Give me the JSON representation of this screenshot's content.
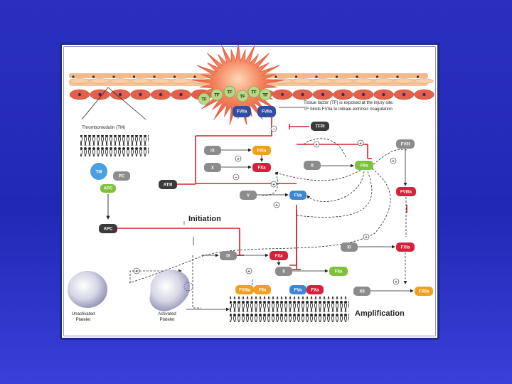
{
  "figure": {
    "tissue_factor_note_line1": "Tissue factor (TF) is exposed at the injury site.",
    "tissue_factor_note_line2": "TF binds FVIIa to initiate extrinsic coagulation",
    "thrombomodulin_label": "Thrombomodulin (TM)",
    "initiation_label": "Initiation",
    "amplification_label": "Amplification",
    "unactivated_platelet_label": "Unactivated\nPlatelet",
    "activated_platelet_label": "Activated\nPlatelet",
    "plus_sign": "+",
    "minus_sign": "−",
    "factors": {
      "tf": "TF",
      "fviia": "FVIIa",
      "tfpi": "TFPI",
      "tm": "TM",
      "pc": "PC",
      "apc_bound": "APC",
      "apc": "APC",
      "atiii": "ATIII",
      "ix": "IX",
      "ixa": "FIXa",
      "x": "X",
      "xa": "FXa",
      "ii": "II",
      "iia": "FIIa",
      "v": "V",
      "va": "FVa",
      "viii": "FVIII",
      "viiia": "FVIIIa",
      "xi": "XI",
      "xia": "FXIa",
      "xii": "XII",
      "xiia": "FXIIa",
      "viiia_iia": "FIIa",
      "va_xa": "FXa"
    }
  },
  "colors": {
    "background": "#2a2fbf",
    "inhibition_red": "#d8232a",
    "activation_black": "#222222",
    "zymogen_gray": "#8c8c8c",
    "active_red": "#d9203a",
    "active_orange": "#f0a020",
    "active_green": "#7dc23a",
    "active_blue": "#3f86d1",
    "injury_burst": "#f07050"
  }
}
